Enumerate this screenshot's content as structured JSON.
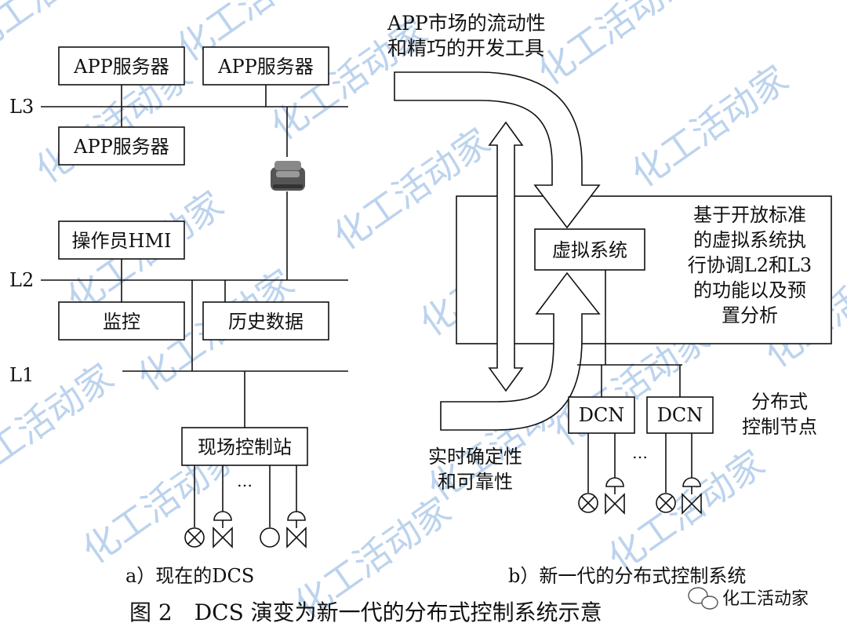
{
  "watermark_text": "化工活动家",
  "left": {
    "app_server_1": "APP服务器",
    "app_server_2": "APP服务器",
    "app_server_3": "APP服务器",
    "hmi": "操作员HMI",
    "monitor": "监控",
    "history": "历史数据",
    "station": "现场控制站",
    "ellipsis": "…",
    "levels": {
      "l3": "L3",
      "l2": "L2",
      "l1": "L1"
    },
    "caption": "a）现在的DCS"
  },
  "right": {
    "top_label_1": "APP市场的流动性",
    "top_label_2": "和精巧的开发工具",
    "virtual_system": "虚拟系统",
    "desc": [
      "基于开放标准",
      "的虚拟系统执",
      "行协调L2和L3",
      "的功能以及预",
      "置分析"
    ],
    "dcn_1": "DCN",
    "dcn_2": "DCN",
    "ellipsis": "…",
    "node_label_1": "分布式",
    "node_label_2": "控制节点",
    "bottom_label_1": "实时确定性",
    "bottom_label_2": "和可靠性",
    "caption": "b）新一代的分布式控制系统"
  },
  "figure_title": "图 2　DCS 演变为新一代的分布式控制系统示意",
  "brand": "化工活动家"
}
